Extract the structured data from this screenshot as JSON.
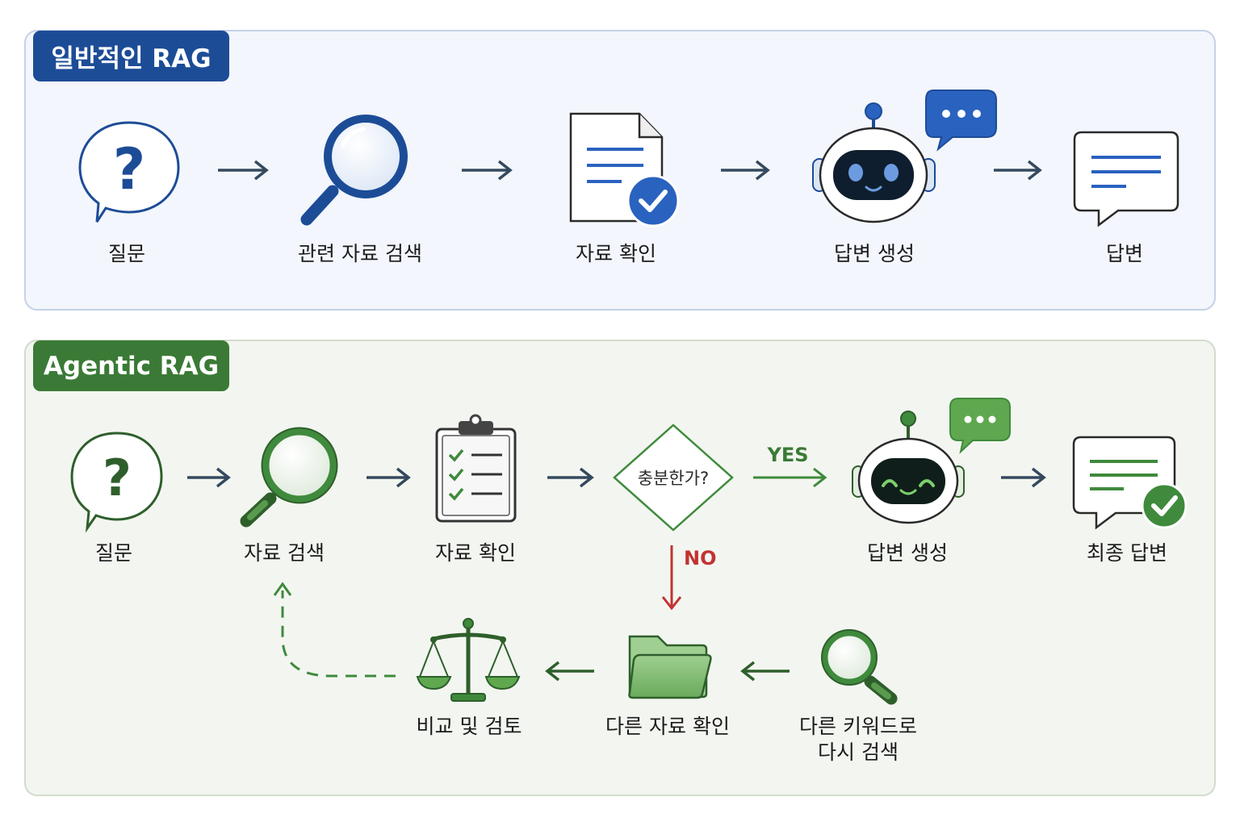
{
  "colors": {
    "blue_primary": "#2a62c0",
    "blue_dark": "#1d4c97",
    "green_primary": "#3f8a3c",
    "green_dark": "#2e5f2b",
    "red_no": "#c23232",
    "panel_basic_bg": "#f3f6fc",
    "panel_agentic_bg": "#f3f6f0"
  },
  "basic_rag": {
    "title": "일반적인 RAG",
    "steps": [
      {
        "label": "질문",
        "icon": "question-bubble-icon"
      },
      {
        "label": "관련 자료 검색",
        "icon": "magnifier-icon"
      },
      {
        "label": "자료 확인",
        "icon": "document-check-icon"
      },
      {
        "label": "답변 생성",
        "icon": "robot-chat-icon"
      },
      {
        "label": "답변",
        "icon": "answer-bubble-icon"
      }
    ]
  },
  "agentic_rag": {
    "title": "Agentic RAG",
    "steps": [
      {
        "label": "질문",
        "icon": "question-bubble-icon"
      },
      {
        "label": "자료 검색",
        "icon": "magnifier-icon"
      },
      {
        "label": "자료 확인",
        "icon": "clipboard-checklist-icon"
      },
      {
        "label": "답변 생성",
        "icon": "robot-chat-icon"
      },
      {
        "label": "최종 답변",
        "icon": "answer-check-bubble-icon"
      }
    ],
    "decision": {
      "text": "충분한가?",
      "yes": "YES",
      "no": "NO"
    },
    "loop_steps": [
      {
        "label": "다른 키워드로\n다시 검색",
        "icon": "magnifier-icon"
      },
      {
        "label": "다른 자료 확인",
        "icon": "folder-icon"
      },
      {
        "label": "비교 및 검토",
        "icon": "scales-icon"
      }
    ]
  }
}
